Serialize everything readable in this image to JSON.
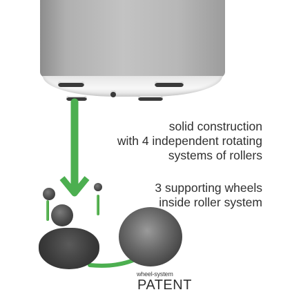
{
  "features": [
    {
      "lines": [
        "solid construction",
        "with 4 independent rotating",
        "systems of rollers"
      ]
    },
    {
      "lines": [
        "3 supporting wheels",
        "inside roller system"
      ]
    }
  ],
  "patent": {
    "caption": "wheel-system",
    "label": "PATENT"
  },
  "colors": {
    "accent_green": "#4caf50",
    "text": "#2f2f2f",
    "pot_gray": "#b5b5b5",
    "wheel_dark": "#3d3d3d"
  },
  "icons": [
    "planter-pot-illustration",
    "roller-system-icon",
    "wheel-closeup-icon",
    "arrow-icon"
  ]
}
